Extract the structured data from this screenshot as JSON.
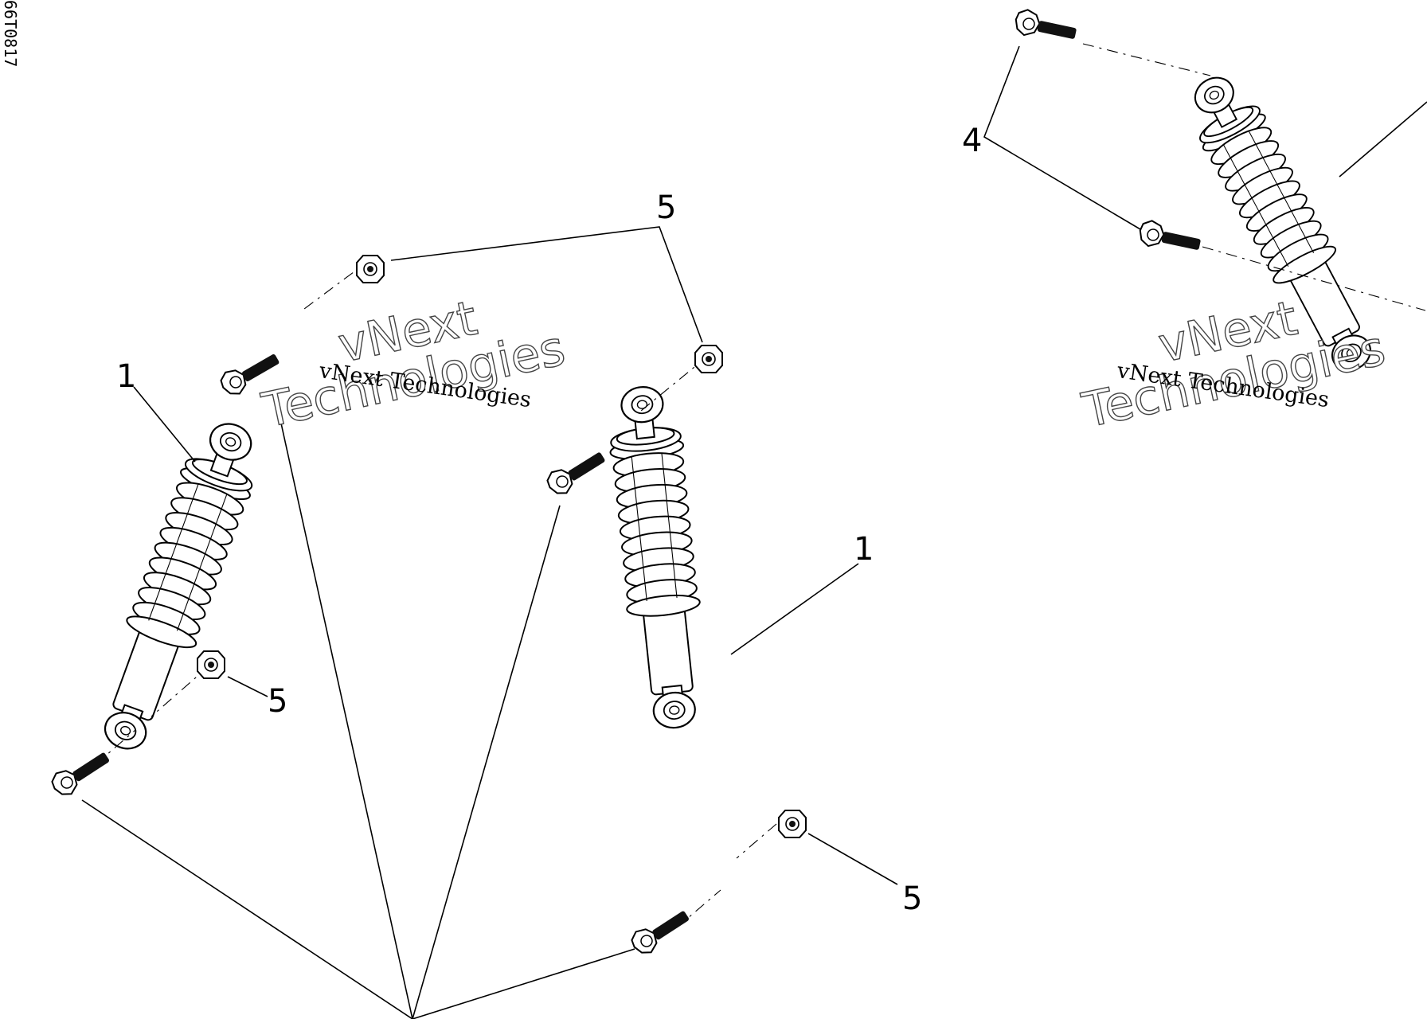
{
  "figure": {
    "reference_code": "66T0817"
  },
  "callouts": {
    "shock_left": "1",
    "shock_middle": "1",
    "bolt_group_right": "4",
    "nut_group_top": "5",
    "nut_left_lower": "5",
    "nut_middle_lower": "5"
  },
  "watermarks": [
    {
      "line1": "vNext",
      "line2": "Technologies",
      "caption": "vNext Technologies"
    },
    {
      "line1": "vNext",
      "line2": "Technologies",
      "caption": "vNext Technologies"
    }
  ]
}
